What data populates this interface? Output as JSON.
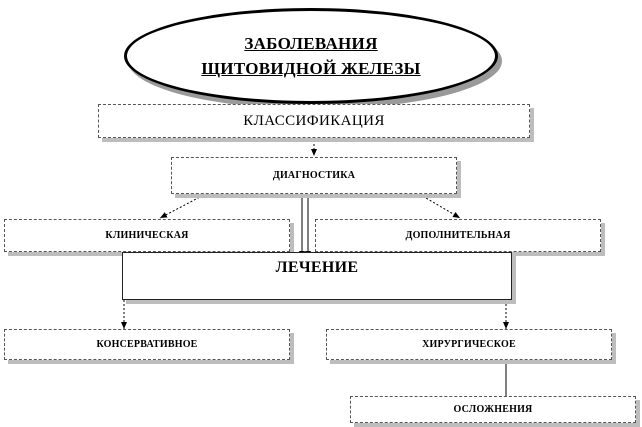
{
  "diagram": {
    "title_line1": "ЗАБОЛЕВАНИЯ",
    "title_line2": "ЩИТОВИДНОЙ ЖЕЛЕЗЫ",
    "classification": "КЛАССИФИКАЦИЯ",
    "diagnostics": "ДИАГНОСТИКА",
    "clinical": "КЛИНИЧЕСКАЯ",
    "additional": "ДОПОЛНИТЕЛЬНАЯ",
    "treatment": "ЛЕЧЕНИЕ",
    "conservative": "КОНСЕРВАТИВНОЕ",
    "surgical": "ХИРУРГИЧЕСКОЕ",
    "complications": "ОСЛОЖНЕНИЯ"
  },
  "colors": {
    "shadow": "#bdbdbd",
    "border": "#222222",
    "background": "#ffffff"
  }
}
